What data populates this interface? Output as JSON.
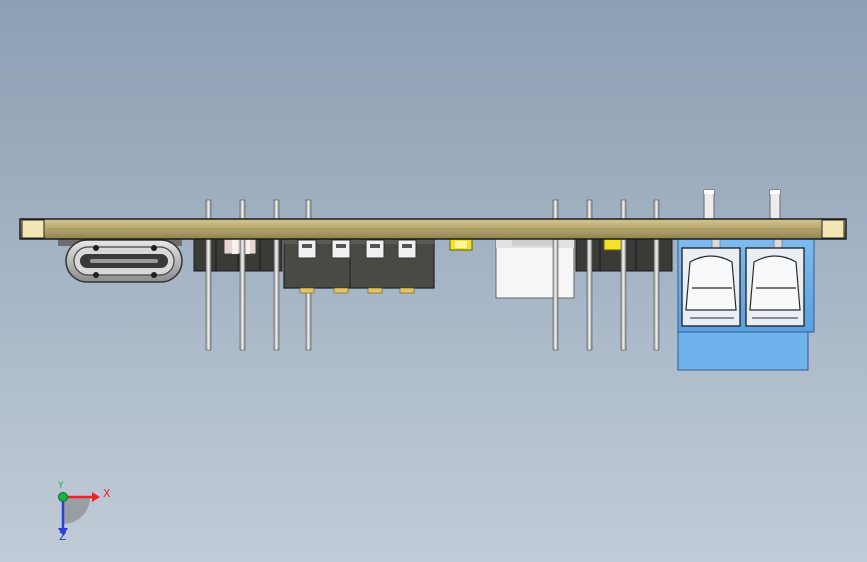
{
  "viewport": {
    "background_top": "#8d9fb3",
    "background_bottom": "#c2ccd8"
  },
  "triad": {
    "x_label": "X",
    "y_label": "Y",
    "z_label": "Z",
    "x_color": "#e8262a",
    "y_color": "#19b24a",
    "z_color": "#2a3fd6"
  },
  "colors": {
    "pcb": "#b5a66f",
    "header_plastic": "#3a3a37",
    "pin": "#e4e4e4",
    "terminal_block": "#6fb2ec",
    "led": "#f5e02a"
  }
}
